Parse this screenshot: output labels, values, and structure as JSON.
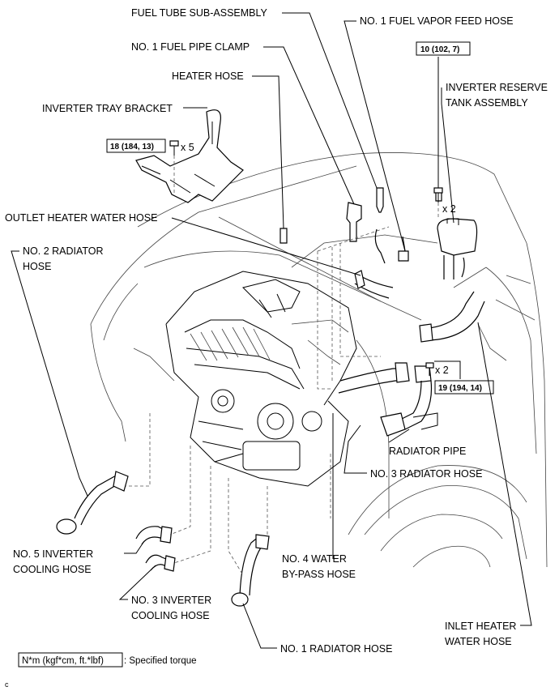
{
  "labels": {
    "fuel_tube": "FUEL TUBE SUB-ASSEMBLY",
    "fuel_vapor": "NO. 1 FUEL VAPOR FEED HOSE",
    "fuel_clamp": "NO. 1 FUEL PIPE CLAMP",
    "heater_hose": "HEATER HOSE",
    "inv_reserve_1": "INVERTER RESERVE",
    "inv_reserve_2": "TANK ASSEMBLY",
    "inv_tray": "INVERTER TRAY BRACKET",
    "outlet_heater": "OUTLET HEATER WATER HOSE",
    "rad2_1": "NO. 2 RADIATOR",
    "rad2_2": "HOSE",
    "radiator_pipe": "RADIATOR PIPE",
    "rad3": "NO. 3 RADIATOR HOSE",
    "inv5_1": "NO. 5 INVERTER",
    "inv5_2": "COOLING HOSE",
    "bypass_1": "NO. 4 WATER",
    "bypass_2": "BY-PASS HOSE",
    "inv3_1": "NO. 3 INVERTER",
    "inv3_2": "COOLING HOSE",
    "inlet_1": "INLET HEATER",
    "inlet_2": "WATER HOSE",
    "rad1": "NO. 1 RADIATOR HOSE"
  },
  "torques": {
    "t1": "10 (102, 7)",
    "t2": "18 (184, 13)",
    "t3": "19 (194, 14)"
  },
  "multipliers": {
    "m1": "x 5",
    "m2": "x 2",
    "m3": "x 2"
  },
  "legend": {
    "box": "N*m (kgf*cm, ft.*lbf)",
    "text": ": Specified torque"
  },
  "corner_mark": "c"
}
